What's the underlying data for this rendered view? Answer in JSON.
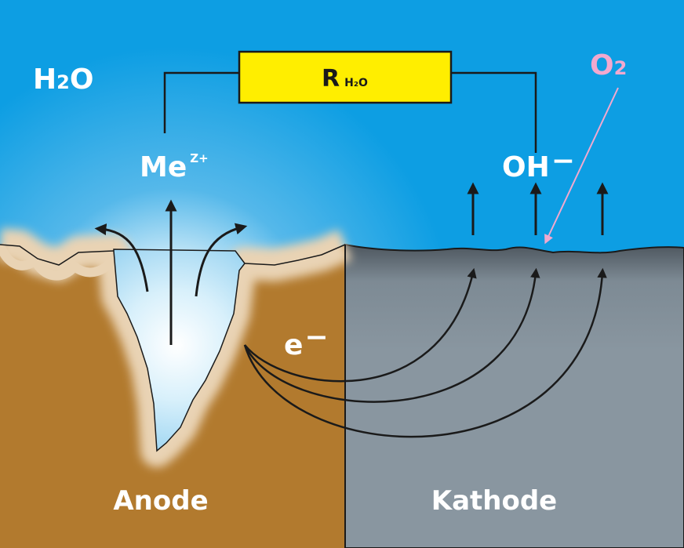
{
  "labels": {
    "water": {
      "main": "H",
      "sub": "2",
      "tail": "O"
    },
    "resistor": {
      "main": "R",
      "sub": "H₂O"
    },
    "metal_ion": {
      "main": "Me",
      "sup": "Z+"
    },
    "hydroxide": {
      "main": "OH",
      "sup": "−"
    },
    "oxygen": {
      "main": "O",
      "sub": "2"
    },
    "electron": {
      "main": "e",
      "sup": "−"
    },
    "anode": "Anode",
    "cathode": "Kathode"
  },
  "colors": {
    "water": "#0d9ee3",
    "water_light": "#dff2fb",
    "anode": "#b27a2e",
    "anode_edge": "#e9d3b4",
    "cathode": "#8996a0",
    "resistor": "#ffee00",
    "oxygen": "#f2a9cf",
    "wire": "#1a1a1a"
  }
}
